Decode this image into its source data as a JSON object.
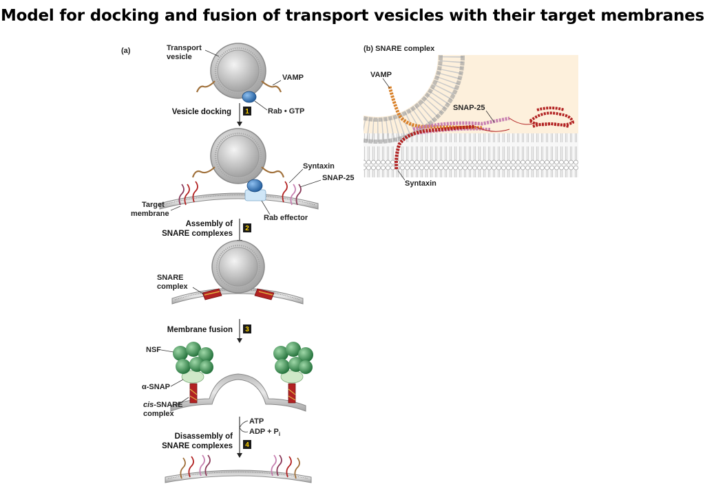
{
  "title": "Model for docking and fusion of transport vesicles with their target membranes",
  "panel_a": {
    "label": "(a)",
    "labels": {
      "transport_vesicle_1": "Transport",
      "transport_vesicle_2": "vesicle",
      "vamp": "VAMP",
      "rab_gtp": "Rab • GTP",
      "syntaxin": "Syntaxin",
      "snap25": "SNAP-25",
      "target_membrane_1": "Target",
      "target_membrane_2": "membrane",
      "rab_effector": "Rab effector",
      "snare_complex_1": "SNARE",
      "snare_complex_2": "complex",
      "nsf": "NSF",
      "alpha_snap": "α-SNAP",
      "cis_snare_1_italic": "cis",
      "cis_snare_1_rest": "-SNARE",
      "cis_snare_2": "complex",
      "atp": "ATP",
      "adp": "ADP + P",
      "adp_sub": "i"
    },
    "steps": [
      {
        "number": "1",
        "line1": "Vesicle docking",
        "line2": ""
      },
      {
        "number": "2",
        "line1": "Assembly of",
        "line2": "SNARE complexes"
      },
      {
        "number": "3",
        "line1": "Membrane fusion",
        "line2": ""
      },
      {
        "number": "4",
        "line1": "Disassembly of",
        "line2": "SNARE complexes"
      }
    ]
  },
  "panel_b": {
    "label": "(b) SNARE complex",
    "labels": {
      "vamp": "VAMP",
      "snap25": "SNAP-25",
      "syntaxin": "Syntaxin"
    }
  },
  "colors": {
    "vesicle": "#c8c8c8",
    "rab": "#2f6fb3",
    "vamp": "#a0703a",
    "syntaxin": "#b22222",
    "snap25": "#c77fb0",
    "nsf": "#2e8b4a",
    "alpha_snap": "#cfe8c8",
    "step_box": "#1a1a1a"
  }
}
